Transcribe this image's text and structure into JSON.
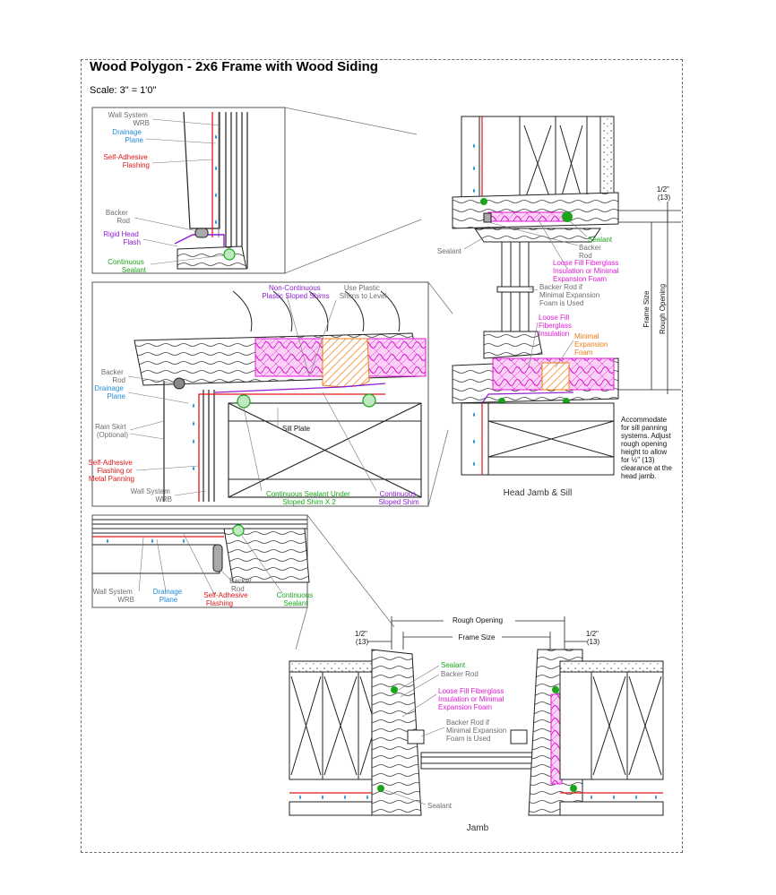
{
  "title": "Wood Polygon - 2x6 Frame with Wood Siding",
  "scale": "Scale: 3\" = 1'0\"",
  "colors": {
    "wrb": "#6d6d6d",
    "drainage": "#1f8ad6",
    "flashing": "#e01818",
    "rigid_flash": "#8a1fd0",
    "sealant": "#1ba51b",
    "insulation": "#e01bd6",
    "foam": "#f07c12"
  },
  "detail_head": {
    "wall_system_wrb": [
      "Wall System",
      "WRB"
    ],
    "drainage_plane": [
      "Drainage",
      "Plane"
    ],
    "self_adhesive_flashing": [
      "Self-Adhesive",
      "Flashing"
    ],
    "backer_rod": [
      "Backer",
      "Rod"
    ],
    "rigid_head_flash": [
      "Rigid Head",
      "Flash"
    ],
    "continuous_sealant": [
      "Continuous",
      "Sealant"
    ]
  },
  "detail_sill": {
    "non_continuous_shims": [
      "Non-Continuous",
      "Plastic Sloped Shims"
    ],
    "use_plastic_shims": [
      "Use Plastic",
      "Shims to Level"
    ],
    "backer_rod": [
      "Backer",
      "Rod"
    ],
    "drainage_plane": [
      "Drainage",
      "Plane"
    ],
    "rain_skirt": [
      "Rain Skirt",
      "(Optional)"
    ],
    "sill_plate": "Sill Plate",
    "self_adhesive_flashing": [
      "Self-Adhesive",
      "Flashing or",
      "Metal Panning"
    ],
    "wall_system_wrb": [
      "Wall System",
      "WRB"
    ],
    "continuous_sealant_under": [
      "Continuous Sealant Under",
      "Sloped Shim X 2"
    ],
    "continuous_sloped_shim": [
      "Continuous",
      "Sloped Shim"
    ]
  },
  "detail_jamb_small": {
    "backer_rod": [
      "Backer",
      "Rod"
    ],
    "wall_system_wrb": [
      "Wall System",
      "WRB"
    ],
    "drainage_plane": [
      "Drainage",
      "Plane"
    ],
    "self_adhesive_flashing": [
      "Self-Adhesive",
      "Flashing"
    ],
    "continuous_sealant": [
      "Continuous",
      "Sealant"
    ]
  },
  "head_sill_section": {
    "caption": "Head Jamb & Sill",
    "dim_half": [
      "1/2\"",
      "(13)"
    ],
    "sealant_left": "Sealant",
    "sealant_right": "Sealant",
    "backer_rod": [
      "Backer",
      "Rod"
    ],
    "loose_fill_head": [
      "Loose Fill Fiberglass",
      "Insulation or Minimal",
      "Expansion Foam"
    ],
    "backer_rod_if": [
      "Backer Rod if",
      "Minimal Expansion",
      "Foam is Used"
    ],
    "loose_fill_sill": [
      "Loose Fill",
      "Fiberglass",
      "Insulation"
    ],
    "minimal_foam": [
      "Minimal",
      "Expansion",
      "Foam"
    ],
    "frame_size": "Frame Size",
    "rough_opening": "Rough Opening",
    "accommodate": [
      "Accommodate",
      "for sill panning",
      "systems. Adjust",
      "rough opening",
      "height to allow",
      "for ½\" (13)",
      "clearance at the",
      "head jamb."
    ]
  },
  "jamb_section": {
    "caption": "Jamb",
    "rough_opening": "Rough Opening",
    "frame_size": "Frame Size",
    "dim_left": [
      "1/2\"",
      "(13)"
    ],
    "dim_right": [
      "1/2\"",
      "(13)"
    ],
    "sealant_top": "Sealant",
    "backer_rod": "Backer Rod",
    "loose_fill": [
      "Loose Fill Fiberglass",
      "Insulation or Minimal",
      "Expansion Foam"
    ],
    "backer_rod_if": [
      "Backer Rod if",
      "Minimal Expansion",
      "Foam is Used"
    ],
    "sealant_bottom": "Sealant"
  }
}
